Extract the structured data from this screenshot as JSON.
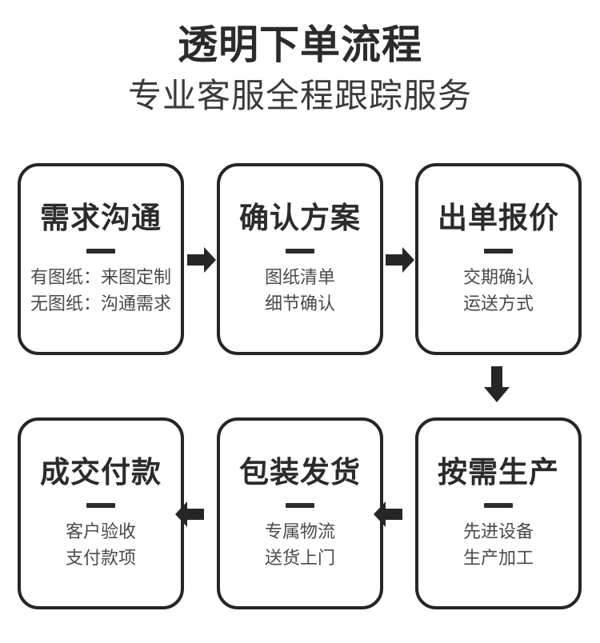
{
  "header": {
    "title": "透明下单流程",
    "subtitle": "专业客服全程跟踪服务"
  },
  "colors": {
    "ink": "#2b2b2b",
    "border": "#262626",
    "subtext": "#4a4a4a",
    "arrow": "#262626",
    "background": "#ffffff"
  },
  "flow": {
    "steps": [
      {
        "order": 1,
        "title": "需求沟通",
        "lines": [
          "有图纸：来图定制",
          "无图纸：沟通需求"
        ]
      },
      {
        "order": 2,
        "title": "确认方案",
        "lines": [
          "图纸清单",
          "细节确认"
        ]
      },
      {
        "order": 3,
        "title": "出单报价",
        "lines": [
          "交期确认",
          "运送方式"
        ]
      },
      {
        "order": 4,
        "title": "按需生产",
        "lines": [
          "先进设备",
          "生产加工"
        ]
      },
      {
        "order": 5,
        "title": "包装发货",
        "lines": [
          "专属物流",
          "送货上门"
        ]
      },
      {
        "order": 6,
        "title": "成交付款",
        "lines": [
          "客户验收",
          "支付款项"
        ]
      }
    ],
    "connectors": [
      {
        "from": 1,
        "to": 2,
        "direction": "right"
      },
      {
        "from": 2,
        "to": 3,
        "direction": "right"
      },
      {
        "from": 3,
        "to": 4,
        "direction": "down"
      },
      {
        "from": 4,
        "to": 5,
        "direction": "left"
      },
      {
        "from": 5,
        "to": 6,
        "direction": "left"
      }
    ]
  }
}
